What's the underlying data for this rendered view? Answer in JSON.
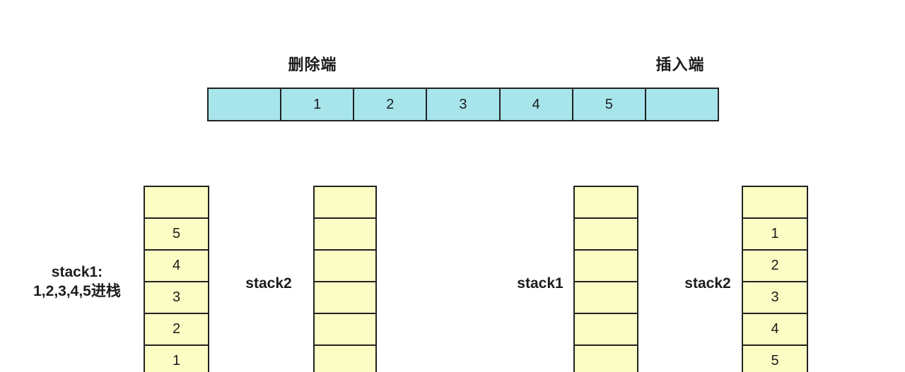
{
  "colors": {
    "queue_fill": "#a7e5eb",
    "stack_fill": "#fcfdc4",
    "border": "#222222",
    "text": "#1c1c1c"
  },
  "queue": {
    "delete_end_label": "删除端",
    "insert_end_label": "插入端",
    "cells": [
      "",
      "1",
      "2",
      "3",
      "4",
      "5",
      ""
    ]
  },
  "stacks": [
    {
      "label_lines": [
        "stack1:",
        "1,2,3,4,5进栈"
      ],
      "cells": [
        "",
        "5",
        "4",
        "3",
        "2",
        "1"
      ]
    },
    {
      "label_lines": [
        "stack2"
      ],
      "cells": [
        "",
        "",
        "",
        "",
        "",
        ""
      ]
    },
    {
      "label_lines": [
        "stack1"
      ],
      "cells": [
        "",
        "",
        "",
        "",
        "",
        ""
      ]
    },
    {
      "label_lines": [
        "stack2"
      ],
      "cells": [
        "",
        "1",
        "2",
        "3",
        "4",
        "5"
      ]
    }
  ]
}
